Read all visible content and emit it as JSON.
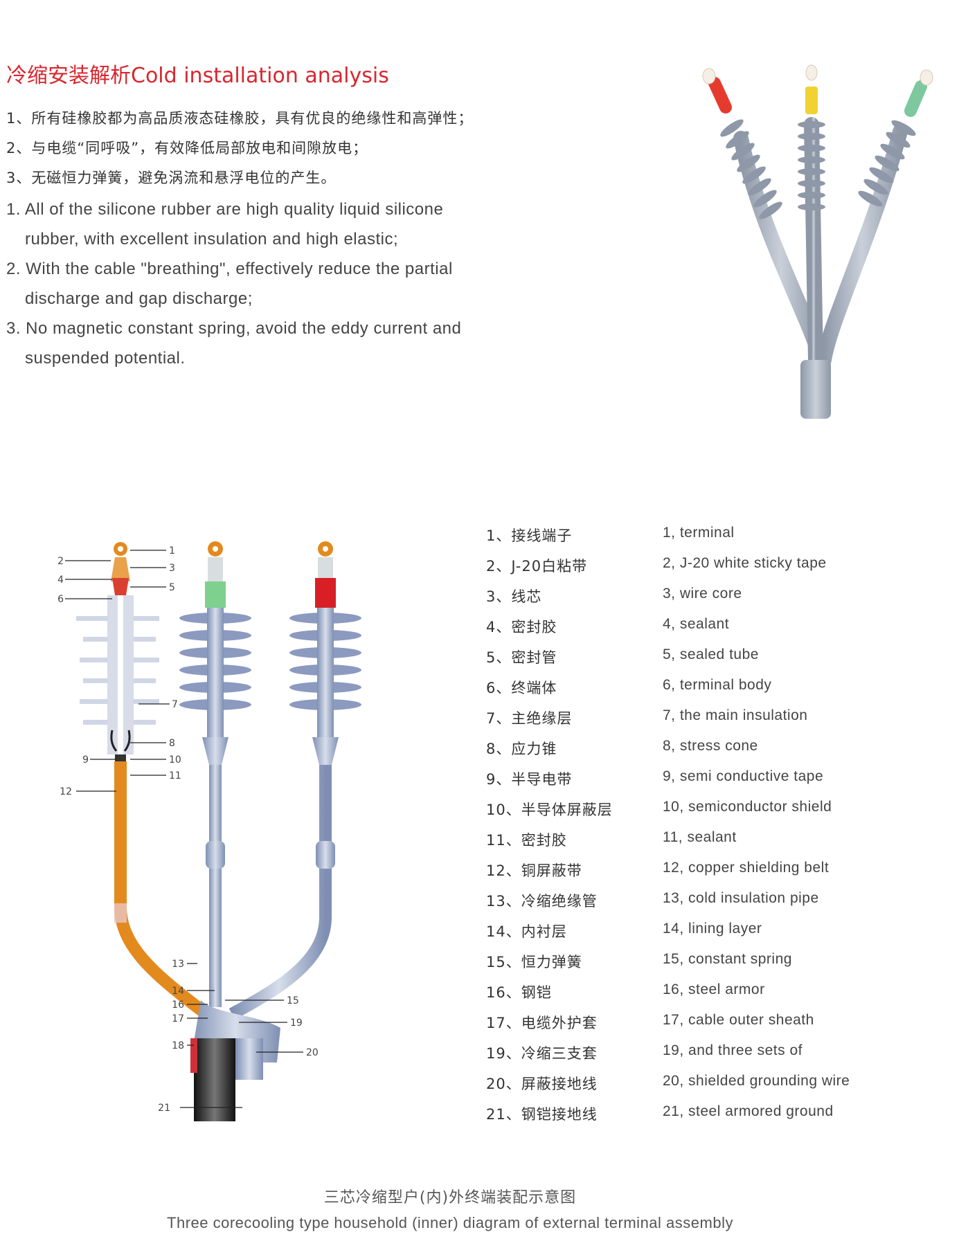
{
  "title": "冷缩安装解析Cold installation analysis",
  "features_zh": [
    "1、所有硅橡胶都为高品质液态硅橡胶，具有优良的绝缘性和高弹性；",
    "2、与电缆“同呼吸”，有效降低局部放电和间隙放电；",
    "3、无磁恒力弹簧，避免涡流和悬浮电位的产生。"
  ],
  "features_en": [
    "1. All of the silicone rubber are high quality liquid silicone",
    "rubber, with excellent insulation and high elastic;",
    "2. With the cable \"breathing\", effectively reduce the partial",
    "discharge and gap discharge;",
    "3. No magnetic constant spring, avoid the eddy current and",
    "suspended potential."
  ],
  "parts": [
    {
      "zh": "1、接线端子",
      "en": "1, terminal"
    },
    {
      "zh": "2、J-20白粘带",
      "en": "2, J-20 white sticky tape"
    },
    {
      "zh": "3、线芯",
      "en": "3, wire core"
    },
    {
      "zh": "4、密封胶",
      "en": "4, sealant"
    },
    {
      "zh": "5、密封管",
      "en": "5, sealed tube"
    },
    {
      "zh": "6、终端体",
      "en": "6, terminal body"
    },
    {
      "zh": "7、主绝缘层",
      "en": "7, the main insulation"
    },
    {
      "zh": "8、应力锥",
      "en": "8, stress cone"
    },
    {
      "zh": "9、半导电带",
      "en": "9, semi conductive tape"
    },
    {
      "zh": "10、半导体屏蔽层",
      "en": "10, semiconductor shield"
    },
    {
      "zh": "11、密封胶",
      "en": "11, sealant"
    },
    {
      "zh": "12、铜屏蔽带",
      "en": "12, copper shielding belt"
    },
    {
      "zh": "13、冷缩绝缘管",
      "en": "13, cold insulation pipe"
    },
    {
      "zh": "14、内衬层",
      "en": "14, lining layer"
    },
    {
      "zh": "15、恒力弹簧",
      "en": "15, constant spring"
    },
    {
      "zh": "16、钢铠",
      "en": "16, steel armor"
    },
    {
      "zh": "17、电缆外护套",
      "en": "17, cable outer sheath"
    },
    {
      "zh": "19、冷缩三支套",
      "en": "19, and three sets of"
    },
    {
      "zh": "20、屏蔽接地线",
      "en": "20, shielded grounding wire"
    },
    {
      "zh": "21、钢铠接地线",
      "en": "21, steel armored ground"
    }
  ],
  "callouts": {
    "n1": "1",
    "n2": "2",
    "n3": "3",
    "n4": "4",
    "n5": "5",
    "n6": "6",
    "n7": "7",
    "n8": "8",
    "n9": "9",
    "n10": "10",
    "n11": "11",
    "n12": "12",
    "n13": "13",
    "n14": "14",
    "n15": "15",
    "n16": "16",
    "n17": "17",
    "n18": "18",
    "n19": "19",
    "n20": "20",
    "n21": "21"
  },
  "caption_zh": "三芯冷缩型户(内)外终端装配示意图",
  "caption_en": "Three corecooling type household (inner) diagram of external terminal assembly",
  "colors": {
    "title": "#d8262e",
    "phase_red": "#e53b2f",
    "phase_yellow": "#f2d233",
    "phase_green": "#7ec8a0",
    "insulator": "#a7b1bf",
    "copper": "#e38a1f"
  }
}
